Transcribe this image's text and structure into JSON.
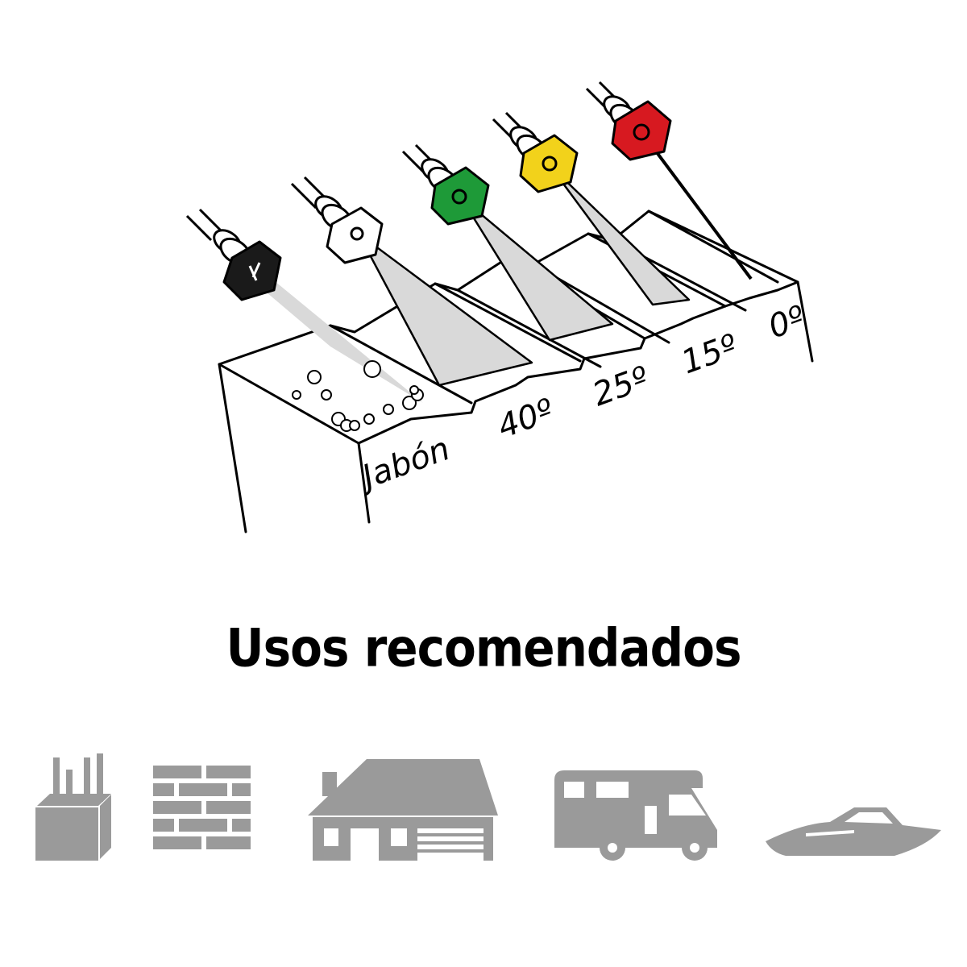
{
  "diagram": {
    "labels": {
      "soap": "Jabón",
      "deg40": "40º",
      "deg25": "25º",
      "deg15": "15º",
      "deg0": "0º"
    },
    "nozzles": [
      {
        "name": "soap-nozzle",
        "color": "#1a1a1a"
      },
      {
        "name": "40-degree-nozzle",
        "color": "#ffffff"
      },
      {
        "name": "25-degree-nozzle",
        "color": "#1e9a38"
      },
      {
        "name": "15-degree-nozzle",
        "color": "#f2d21b"
      },
      {
        "name": "0-degree-nozzle",
        "color": "#d71920"
      }
    ]
  },
  "heading": "Usos recomendados",
  "icons": [
    "concrete-block-icon",
    "brick-wall-icon",
    "house-icon",
    "motorhome-icon",
    "boat-icon"
  ],
  "colors": {
    "icon_gray": "#9a9a9a",
    "spray_gray": "#d9d9d9"
  }
}
